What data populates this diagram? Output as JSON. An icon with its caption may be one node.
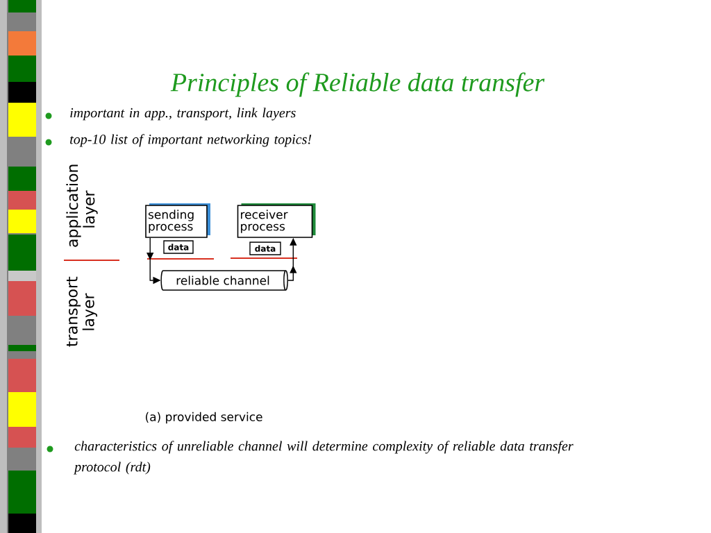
{
  "diagram": {
    "title": "Principles of Reliable data transfer",
    "nodes": [
      {
        "text": [
          "sending process"
        ]
      },
      {
        "text": [
          "receiver process"
        ]
      },
      {
        "text": [
          "data"
        ]
      },
      {
        "text": [
          "data"
        ]
      },
      {
        "text": [
          "reliable channel"
        ]
      }
    ],
    "edges": [
      {
        "from": 0,
        "to": 4,
        "arrow": "to"
      },
      {
        "from": 4,
        "to": 1,
        "arrow": "to"
      }
    ],
    "labels": [
      "important in app., transport, link layers",
      "top-10 list of important networking topics!",
      "application layer",
      "transport layer",
      "(a) provided service",
      "characteristics of unreliable channel will determine complexity of reliable data transfer protocol (rdt)"
    ]
  }
}
